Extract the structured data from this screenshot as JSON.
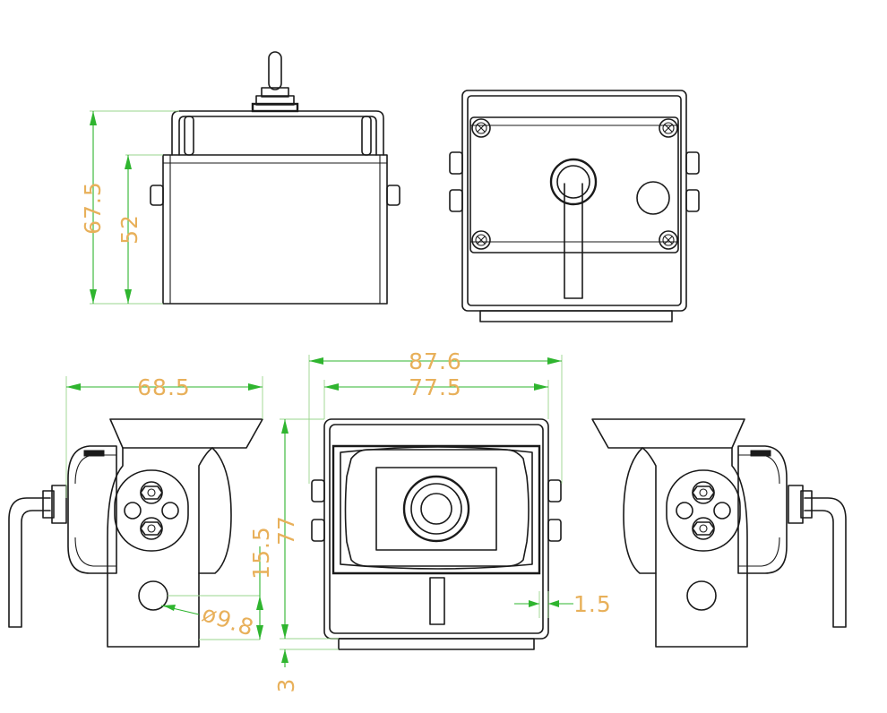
{
  "dimensions": {
    "top_height_total": "67.5",
    "top_height_body": "52",
    "side_depth": "68.5",
    "front_width_total": "87.6",
    "front_width_body": "77.5",
    "front_height": "77",
    "mount_offset": "15.5",
    "hole_diameter": "ø9.8",
    "base_plate": "3",
    "bezel_offset": "1.5"
  },
  "colors": {
    "outline": "#1a1a1a",
    "dimension_line": "#2fb52f",
    "extension_line": "#9ad48c",
    "dimension_text": "#e8b05a"
  }
}
